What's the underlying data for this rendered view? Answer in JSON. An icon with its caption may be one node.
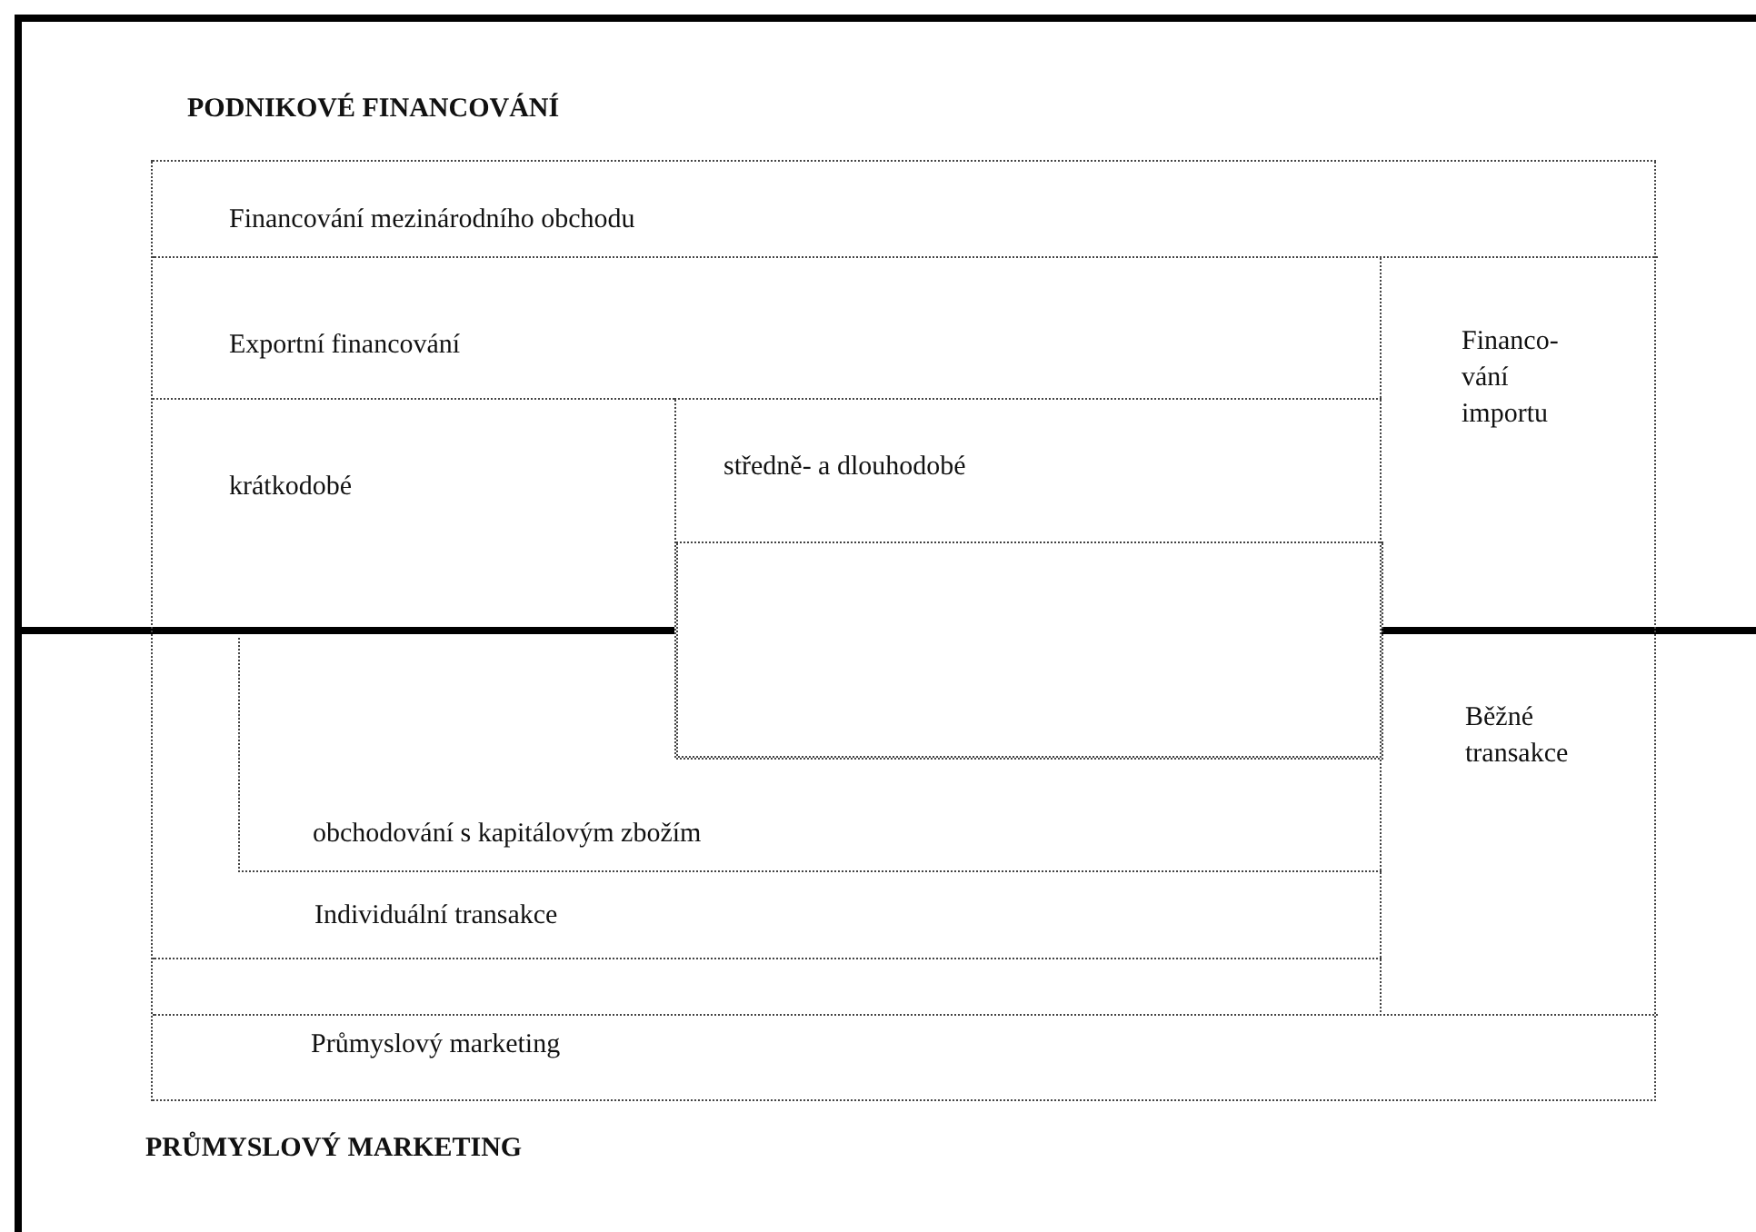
{
  "diagram": {
    "nodes": [
      {
        "text": [
          "Průmyslový marketing"
        ]
      },
      {
        "text": [
          "Financování mezinárodního obchodu"
        ],
        "in": 0
      },
      {
        "text": [
          "Exportní financování"
        ],
        "in": 1
      },
      {
        "text": [
          "krátkodobé"
        ],
        "in": 2
      },
      {
        "text": [
          "středně- a dlouhodobé"
        ],
        "in": 2
      },
      {
        "text": [],
        "shape": "box",
        "in": 4
      },
      {
        "text": [
          "obchodování s kapitálovým zbožím"
        ],
        "in": 2
      },
      {
        "text": [
          "Individuální transakce"
        ],
        "in": 2
      },
      {
        "text": [
          "Financo-vání importu"
        ],
        "in": 1
      },
      {
        "text": [
          "Běžné transakce"
        ],
        "in": 8
      }
    ],
    "edges": [],
    "labels": [
      "PODNIKOVÉ FINANCOVÁNÍ",
      "PRŮMYSLOVÝ MARKETING"
    ]
  }
}
